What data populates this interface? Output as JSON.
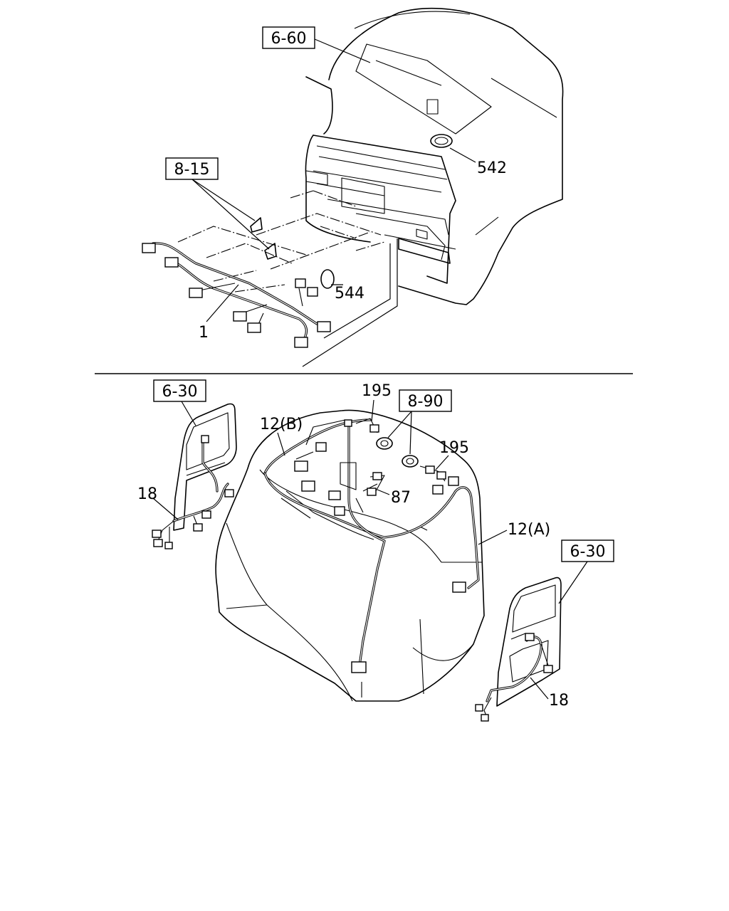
{
  "diagram": {
    "top": {
      "ref_roof_panel": "6-60",
      "ref_front_brackets": "8-15",
      "part_front_harness": "1",
      "part_grommet_top": "542",
      "part_grommet_front": "544"
    },
    "bottom": {
      "ref_door_left": "6-30",
      "ref_door_right": "6-30",
      "ref_speakers": "8-90",
      "part_cab_harness_b": "12(B)",
      "part_cab_harness_a": "12(A)",
      "part_speaker_lead_left": "195",
      "part_speaker_lead_right": "195",
      "part_door_harness_left": "18",
      "part_door_harness_right": "18",
      "part_relay": "87"
    }
  }
}
